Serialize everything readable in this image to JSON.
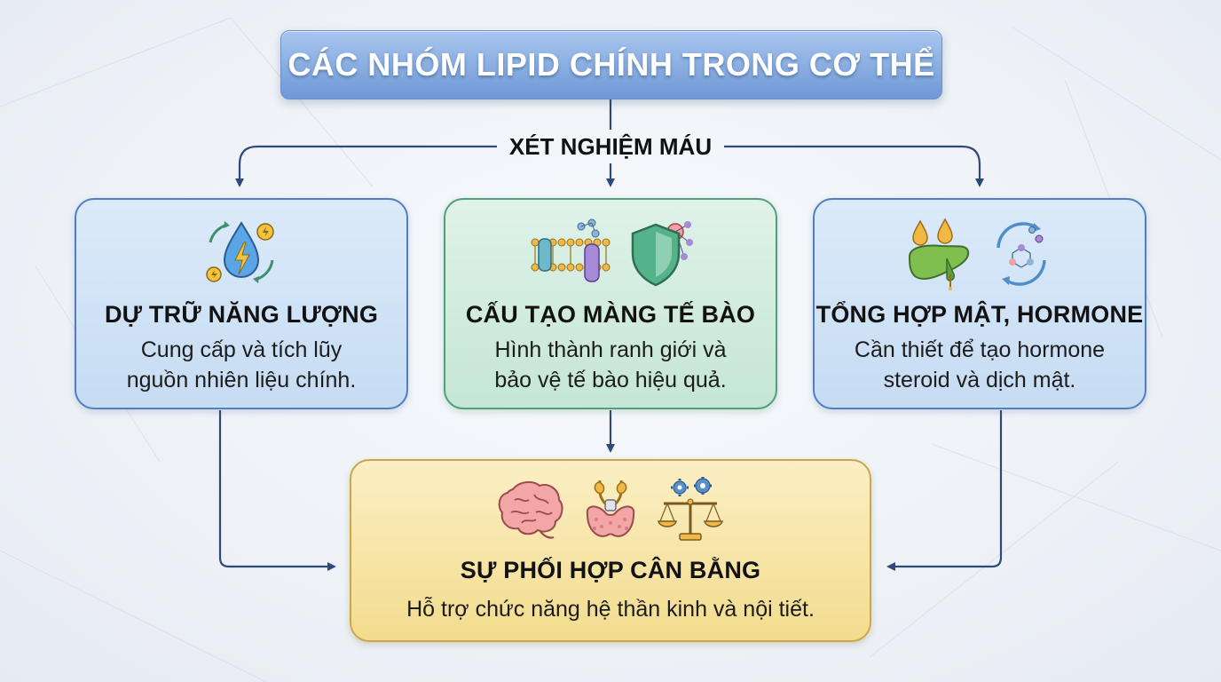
{
  "title": "CÁC NHÓM LIPID CHÍNH TRONG CƠ THỂ",
  "hub_label": "XÉT NGHIỆM MÁU",
  "cards": [
    {
      "heading": "DỰ TRỮ NĂNG LƯỢNG",
      "lines": [
        "Cung cấp và tích lũy",
        "nguồn nhiên liệu chính."
      ],
      "icons": [
        "energy-droplet-cycle-icon"
      ]
    },
    {
      "heading": "CẤU TẠO MÀNG TẾ BÀO",
      "lines": [
        "Hình thành ranh giới và",
        "bảo vệ tế bào hiệu quả."
      ],
      "icons": [
        "cell-membrane-icon",
        "protective-shield-icon"
      ]
    },
    {
      "heading": "TỔNG HỢP MẬT, HORMONE",
      "lines": [
        "Cần thiết để tạo hormone",
        "steroid và dịch mật."
      ],
      "icons": [
        "liver-bile-icon",
        "molecule-cycle-icon"
      ]
    },
    {
      "heading": "SỰ PHỐI HỢP CÂN BẰNG",
      "lines": [
        "Hỗ trợ chức năng hệ thần kinh và nội tiết."
      ],
      "icons": [
        "brain-icon",
        "thyroid-gland-icon",
        "balance-scale-gears-icon"
      ]
    }
  ],
  "colors": {
    "title_bg": "#7ea5de",
    "blue_border": "#4f7fc0",
    "green_border": "#4f9f7c",
    "yellow_border": "#c9a84a",
    "connector": "#2f4a7a"
  }
}
